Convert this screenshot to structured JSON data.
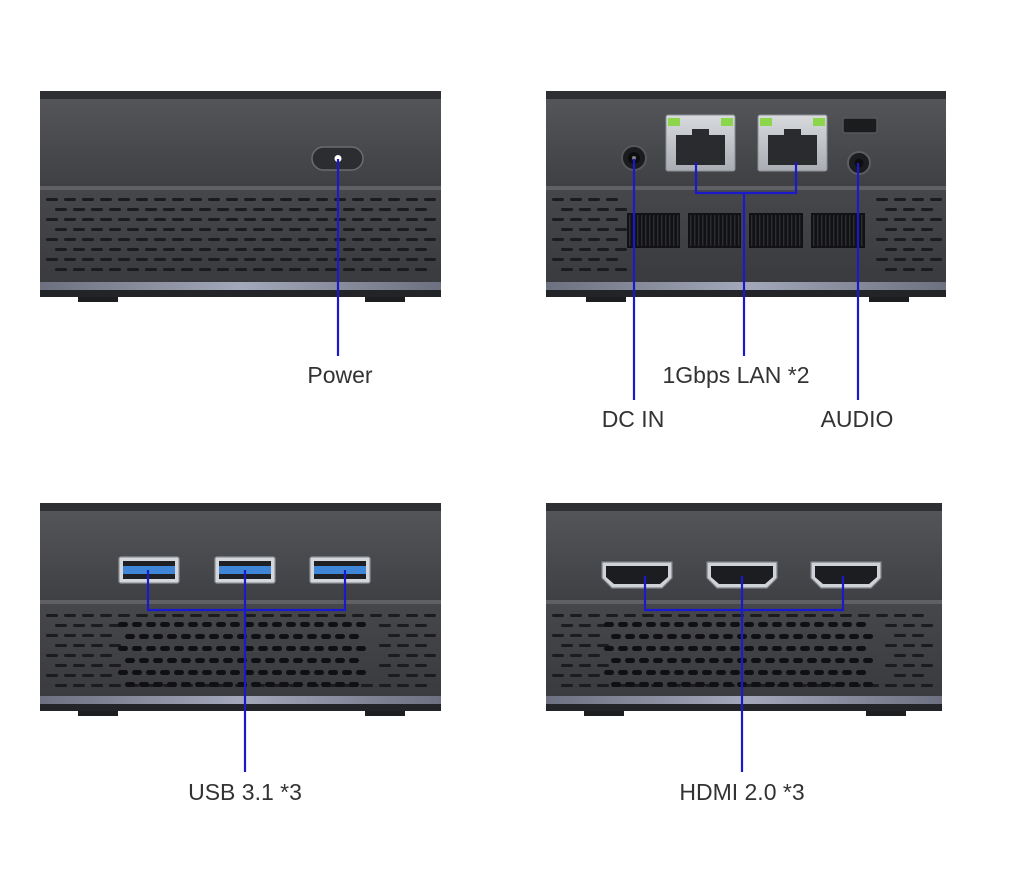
{
  "labels": {
    "power": "Power",
    "lan": "1Gbps LAN *2",
    "dc_in": "DC IN",
    "audio": "AUDIO",
    "usb": "USB 3.1 *3",
    "hdmi": "HDMI 2.0 *3"
  },
  "colors": {
    "callout_line": "#1a1acc",
    "device_body": "#48494d",
    "device_top": "#3a3b3f",
    "vent_hole": "#1c1c1f",
    "accent_strip": "#8a8fa0",
    "usb_blue": "#3f86d8",
    "lan_led": "#8bd64a",
    "label_text": "#333333",
    "background": "#ffffff"
  }
}
